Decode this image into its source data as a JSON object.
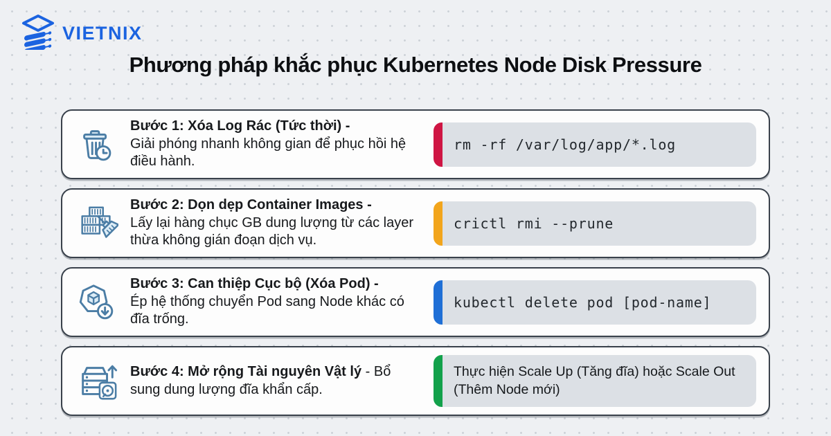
{
  "brand": {
    "name": "VIETNIX",
    "color": "#1b63e0"
  },
  "header": {
    "title": "Phương pháp khắc phục Kubernetes Node Disk Pressure"
  },
  "steps": [
    {
      "icon": "trash-clock-icon",
      "accent": "#cf1543",
      "title": "Bước 1: Xóa Log Rác (Tức thời) -",
      "description": "Giải phóng nhanh không gian để phục hồi hệ điều hành.",
      "command": "rm -rf /var/log/app/*.log"
    },
    {
      "icon": "container-cleanup-icon",
      "accent": "#f2a51c",
      "title": "Bước 2: Dọn dẹp Container Images -",
      "description": "Lấy lại hàng chục GB dung lượng từ các layer thừa không gián đoạn dịch vụ.",
      "command": "crictl rmi --prune"
    },
    {
      "icon": "pod-eviction-icon",
      "accent": "#1f6fd6",
      "title": "Bước 3: Can thiệp Cục bộ (Xóa Pod) -",
      "description": "Ép hệ thống chuyển Pod sang Node khác có đĩa trống.",
      "command": "kubectl delete pod [pod-name]"
    },
    {
      "icon": "server-scale-icon",
      "accent": "#12a14b",
      "title": "Bước 4: Mở rộng Tài nguyên Vật lý",
      "description": "- Bổ sung dung lượng đĩa khẩn cấp.",
      "command": "Thực hiện Scale Up (Tăng đĩa) hoặc Scale Out (Thêm Node mới)"
    }
  ]
}
